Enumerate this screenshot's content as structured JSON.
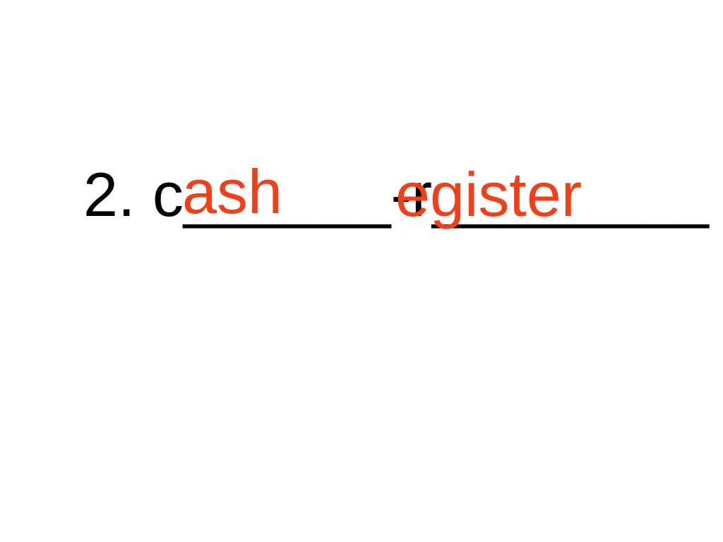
{
  "slide": {
    "prompt": "2. c______-r________",
    "answers": [
      "ash",
      "egister"
    ]
  },
  "colors": {
    "text": "#000000",
    "answer": "#f0401a",
    "background": "#ffffff"
  }
}
